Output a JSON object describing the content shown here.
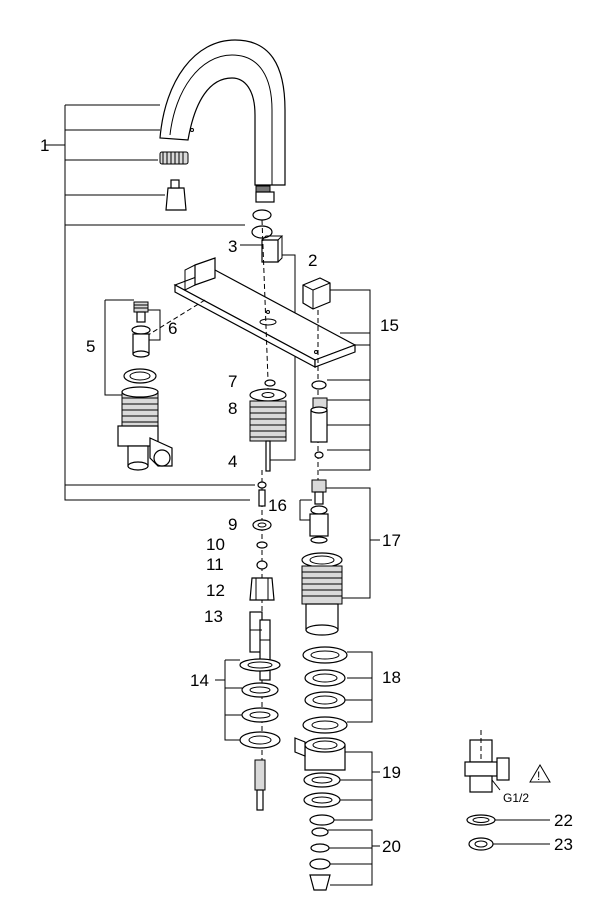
{
  "callouts": {
    "c1": "1",
    "c2": "2",
    "c3": "3",
    "c4": "4",
    "c5": "5",
    "c6": "6",
    "c7": "7",
    "c8": "8",
    "c9": "9",
    "c10": "10",
    "c11": "11",
    "c12": "12",
    "c13": "13",
    "c14": "14",
    "c15": "15",
    "c16": "16",
    "c17": "17",
    "c18": "18",
    "c19": "19",
    "c20": "20",
    "c22": "22",
    "c23": "23"
  },
  "thread_label": "G1/2",
  "warning_symbol": "!",
  "icons": {
    "warning": "warning-triangle-icon"
  }
}
